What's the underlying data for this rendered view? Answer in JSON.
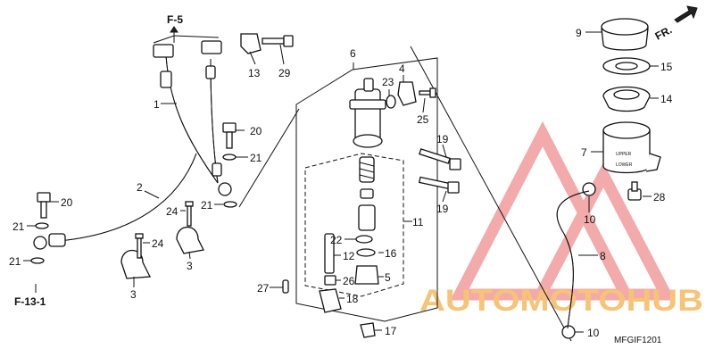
{
  "diagram": {
    "code": "MFGIF1201",
    "direction_label": "FR.",
    "refs": {
      "top": "F-5",
      "bottom": "F-13-1"
    },
    "parts": {
      "p1": "1",
      "p2": "2",
      "p3a": "3",
      "p3b": "3",
      "p4": "4",
      "p5": "5",
      "p6": "6",
      "p7": "7",
      "p8": "8",
      "p9": "9",
      "p10a": "10",
      "p10b": "10",
      "p11": "11",
      "p12": "12",
      "p13": "13",
      "p14": "14",
      "p15": "15",
      "p16": "16",
      "p17": "17",
      "p18": "18",
      "p19a": "19",
      "p19b": "19",
      "p20a": "20",
      "p20b": "20",
      "p21a": "21",
      "p21b": "21",
      "p21c": "21",
      "p21d": "21",
      "p22": "22",
      "p23": "23",
      "p24a": "24",
      "p24b": "24",
      "p25": "25",
      "p26": "26",
      "p27": "27",
      "p28": "28",
      "p29": "29"
    },
    "reservoir_marks": {
      "upper": "UPPER",
      "lower": "LOWER"
    }
  },
  "watermark": {
    "text": "AUTOMOTOHUB",
    "color_orange": "#f5a623",
    "color_red": "#e8303a"
  }
}
